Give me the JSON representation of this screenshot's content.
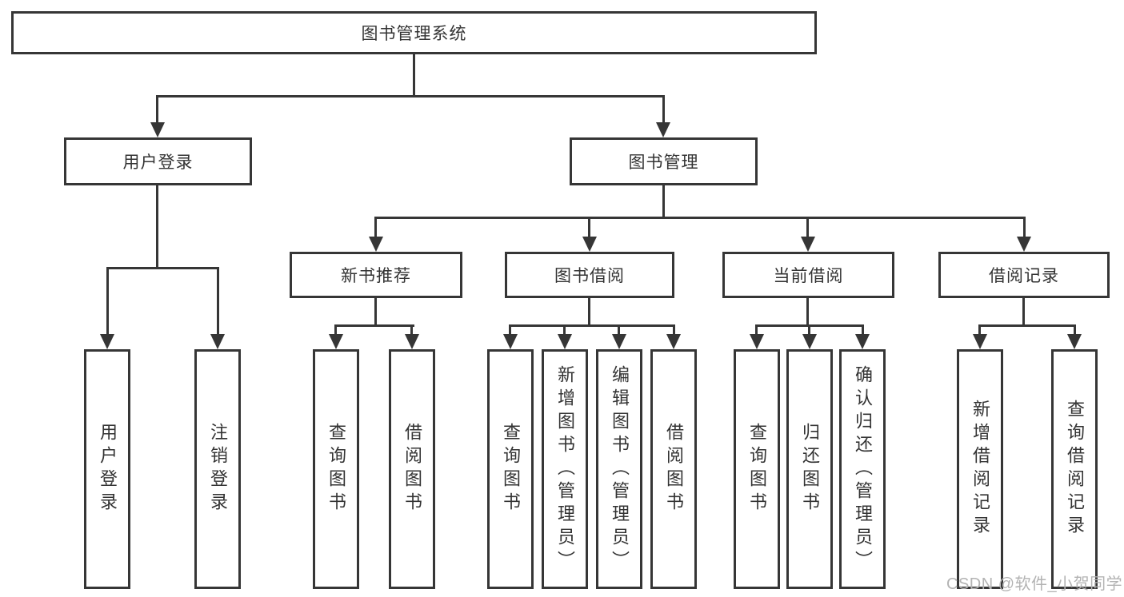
{
  "diagram": {
    "root_label": "图书管理系统",
    "branches": [
      {
        "label": "用户登录",
        "children": [
          {
            "label": "用户登录"
          },
          {
            "label": "注销登录"
          }
        ]
      },
      {
        "label": "图书管理",
        "children": [
          {
            "label": "新书推荐",
            "children": [
              {
                "label": "查询图书"
              },
              {
                "label": "借阅图书"
              }
            ]
          },
          {
            "label": "图书借阅",
            "children": [
              {
                "label": "查询图书"
              },
              {
                "label": "新增图书（管理员）"
              },
              {
                "label": "编辑图书（管理员）"
              },
              {
                "label": "借阅图书"
              }
            ]
          },
          {
            "label": "当前借阅",
            "children": [
              {
                "label": "查询图书"
              },
              {
                "label": "归还图书"
              },
              {
                "label": "确认归还（管理员）"
              }
            ]
          },
          {
            "label": "借阅记录",
            "children": [
              {
                "label": "新增借阅记录"
              },
              {
                "label": "查询借阅记录"
              }
            ]
          }
        ]
      }
    ]
  },
  "watermark": {
    "text": "CSDN @软件_小贺同学"
  },
  "colors": {
    "line": "#363636",
    "text": "#333333",
    "watermark": "#b3b3b3",
    "background": "#ffffff"
  }
}
